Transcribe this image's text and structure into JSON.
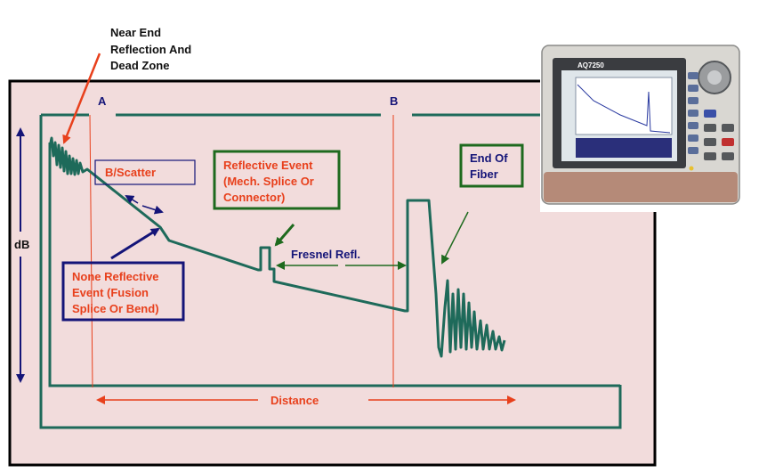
{
  "labels": {
    "near_end": [
      "Near End",
      "Reflection And",
      "Dead Zone"
    ],
    "marker_a": "A",
    "marker_b": "B",
    "backscatter": "B/Scatter",
    "reflective_event": [
      "Reflective Event",
      "(Mech. Splice Or",
      "Connector)"
    ],
    "none_reflective_event": [
      "None Reflective",
      "Event (Fusion",
      "Splice Or Bend)"
    ],
    "fresnel": "Fresnel Refl.",
    "end_of_fiber": [
      "End Of",
      "Fiber"
    ],
    "y_axis": "dB",
    "x_axis": "Distance",
    "device_model": "AQ7250"
  },
  "colors": {
    "background": "#f2dcdc",
    "trace": "#1e6a5a",
    "border_outer": "#000000",
    "inner_frame": "#1e6a5a",
    "red_text": "#e8401c",
    "navy": "#141478",
    "green_box": "#1e6a1e",
    "marker_line": "#e8401c"
  }
}
